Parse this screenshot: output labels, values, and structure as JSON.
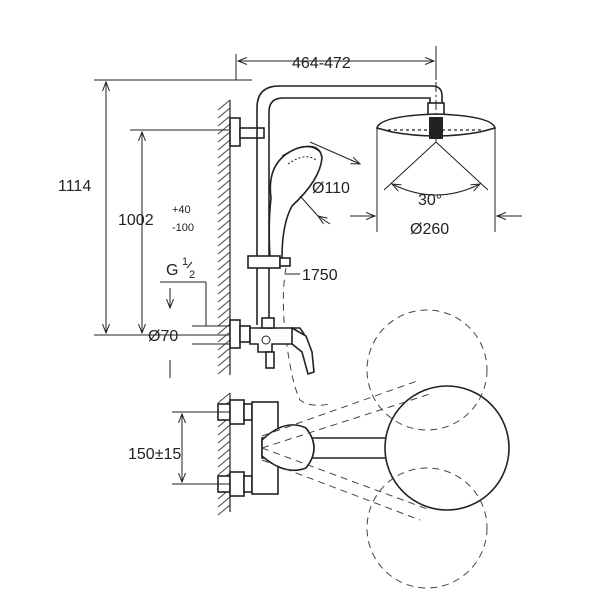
{
  "diagram": {
    "dims": {
      "width_range": "464-472",
      "total_height": "1114",
      "mount_height": "1002",
      "mount_tol_plus": "+40",
      "mount_tol_minus": "-100",
      "thread_label": "G",
      "thread_num": "1",
      "thread_den": "2",
      "flange_dia": "Ø70",
      "hand_shower_dia": "Ø110",
      "hose_length": "1750",
      "angle": "30°",
      "head_dia": "Ø260",
      "spacing": "150±15"
    }
  }
}
